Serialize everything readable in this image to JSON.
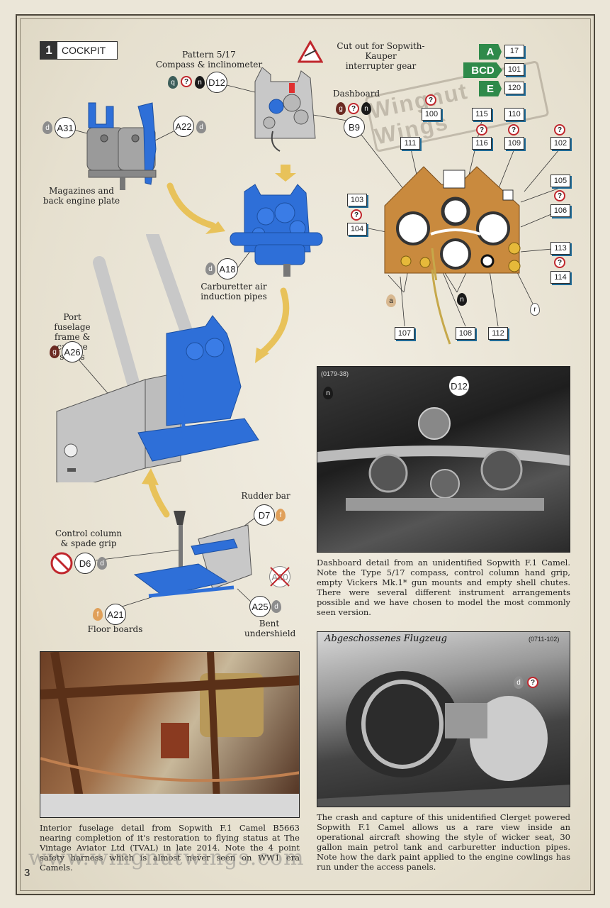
{
  "section": {
    "number": "1",
    "title": "COCKPIT"
  },
  "labels": {
    "pattern": "Pattern 5/17\nCompass & inclinometer",
    "cutout": "Cut out for Sopwith-Kauper\ninterrupter gear",
    "dashboard": "Dashboard",
    "magazines": "Magazines and\nback engine plate",
    "carb": "Carburetter air\ninduction pipes",
    "port": "Port fuselage\nframe &\ncabane struts",
    "rudder": "Rudder bar",
    "control": "Control column\n& spade grip",
    "floor": "Floor boards",
    "bent": "Bent\nundershield"
  },
  "parts": {
    "d12": "D12",
    "b9": "B9",
    "a31": "A31",
    "a22": "A22",
    "a18": "A18",
    "a26": "A26",
    "d7": "D7",
    "d6": "D6",
    "a20": "A20",
    "a21": "A21",
    "a25": "A25",
    "photo_d12": "D12"
  },
  "drops": {
    "q": "q",
    "n": "n",
    "g": "g",
    "d": "d",
    "f": "f",
    "a": "a",
    "r": "r"
  },
  "qmark": "?",
  "color_tags": [
    {
      "tag": "A",
      "num": "17"
    },
    {
      "tag": "BCD",
      "num": "101"
    },
    {
      "tag": "E",
      "num": "120"
    }
  ],
  "callouts": {
    "c100": "100",
    "c115": "115",
    "c110": "110",
    "c111": "111",
    "c116": "116",
    "c109": "109",
    "c102": "102",
    "c105": "105",
    "c103": "103",
    "c104": "104",
    "c106": "106",
    "c113": "113",
    "c114": "114",
    "c107": "107",
    "c108": "108",
    "c112": "112"
  },
  "photos": {
    "dash_id": "(0179-38)",
    "crash_id": "(0711-102)",
    "crash_heading": "Abgeschossenes Flugzeug"
  },
  "captions": {
    "dash": "Dashboard detail from an unidentified Sopwith F.1 Camel. Note the Type 5/17 compass, control column hand grip, empty Vickers Mk.1* gun mounts and empty shell chutes. There were several different instrument arrangements possible and we have chosen to model the most commonly seen version.",
    "interior": "Interior fuselage detail from Sopwith F.1 Camel B5663 nearing completion of it's restoration to flying status at The Vintage Aviator Ltd (TVAL) in late 2014. Note the 4 point safety harness which is almost never seen on WW1 era Camels.",
    "crash": "The crash and capture of this unidentified Clerget powered Sopwith F.1 Camel allows us a rare view inside an operational aircraft showing the style of wicker seat, 30 gallon main petrol tank and carburetter induction pipes. Note how the dark paint applied to the engine cowlings has run under the access panels."
  },
  "watermark": "www.wingnutwings.com",
  "stamp": "Wingnut Wings",
  "page_number": "3",
  "colors": {
    "part_blue": "#2e6fd8",
    "part_grey": "#9a9a9a",
    "dash_tan": "#c98a3e",
    "arrow_gold": "#e8c25a",
    "green_tag": "#2f8a4a",
    "q_red": "#c0272d",
    "drop_d": "#8d8d8d",
    "drop_n": "#1a1a1a",
    "drop_g": "#6b2a22",
    "drop_f": "#e0a05a",
    "drop_a": "#d8b890",
    "drop_q": "#3d5e5a"
  }
}
